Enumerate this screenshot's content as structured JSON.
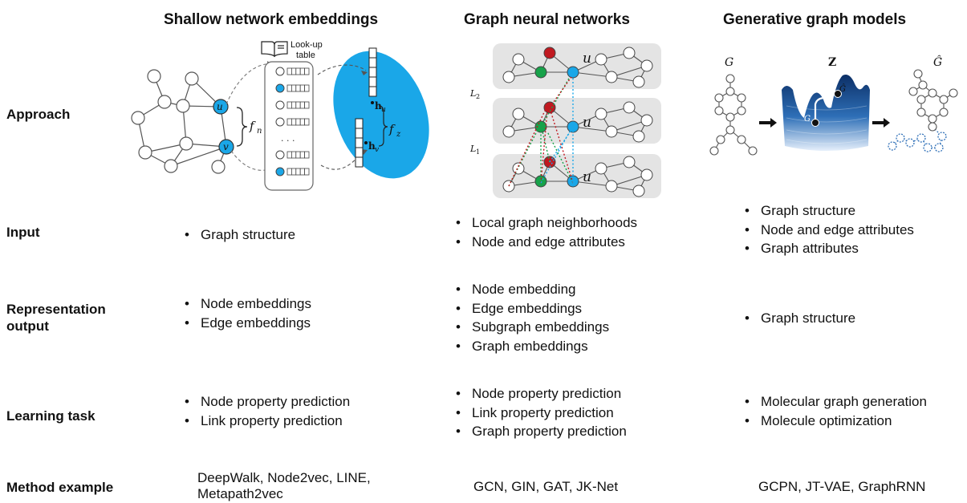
{
  "columns": {
    "shallow": "Shallow network embeddings",
    "gnn": "Graph neural networks",
    "generative": "Generative graph models"
  },
  "rows": {
    "approach": "Approach",
    "input": "Input",
    "representation_line1": "Representation",
    "representation_line2": "output",
    "learning": "Learning task",
    "method": "Method example"
  },
  "approach": {
    "lookup_line1": "Look-up",
    "lookup_line2": "table",
    "fn": "f",
    "fn_sub": "n",
    "fz": "f",
    "fz_sub": "z",
    "node_u": "u",
    "node_v": "v",
    "h": "h",
    "h_u_sub": "u",
    "h_v_sub": "v",
    "dots": "· · ·",
    "L2": "L",
    "L2_sub": "2",
    "L1": "L",
    "L1_sub": "1",
    "gnn_u": "u",
    "G": "G",
    "Z": "Z",
    "Ghat": "Ĝ",
    "accent": "#1aa7e8",
    "green": "#17a24a",
    "red": "#c01920",
    "blue_dark": "#1b4f8c"
  },
  "input": {
    "shallow": [
      "Graph structure"
    ],
    "gnn": [
      "Local graph neighborhoods",
      "Node and edge attributes"
    ],
    "generative": [
      "Graph structure",
      "Node and edge attributes",
      "Graph attributes"
    ]
  },
  "representation": {
    "shallow": [
      "Node embeddings",
      "Edge embeddings"
    ],
    "gnn": [
      "Node embedding",
      "Edge embeddings",
      "Subgraph embeddings",
      "Graph embeddings"
    ],
    "generative": [
      "Graph structure"
    ]
  },
  "learning": {
    "shallow": [
      "Node property prediction",
      "Link property prediction"
    ],
    "gnn": [
      "Node property prediction",
      "Link property prediction",
      "Graph property prediction"
    ],
    "generative": [
      "Molecular graph generation",
      "Molecule optimization"
    ]
  },
  "method": {
    "shallow_line1": "DeepWalk, Node2vec, LINE,",
    "shallow_line2": "Metapath2vec",
    "gnn": "GCN, GIN, GAT, JK-Net",
    "generative": "GCPN, JT-VAE, GraphRNN"
  }
}
